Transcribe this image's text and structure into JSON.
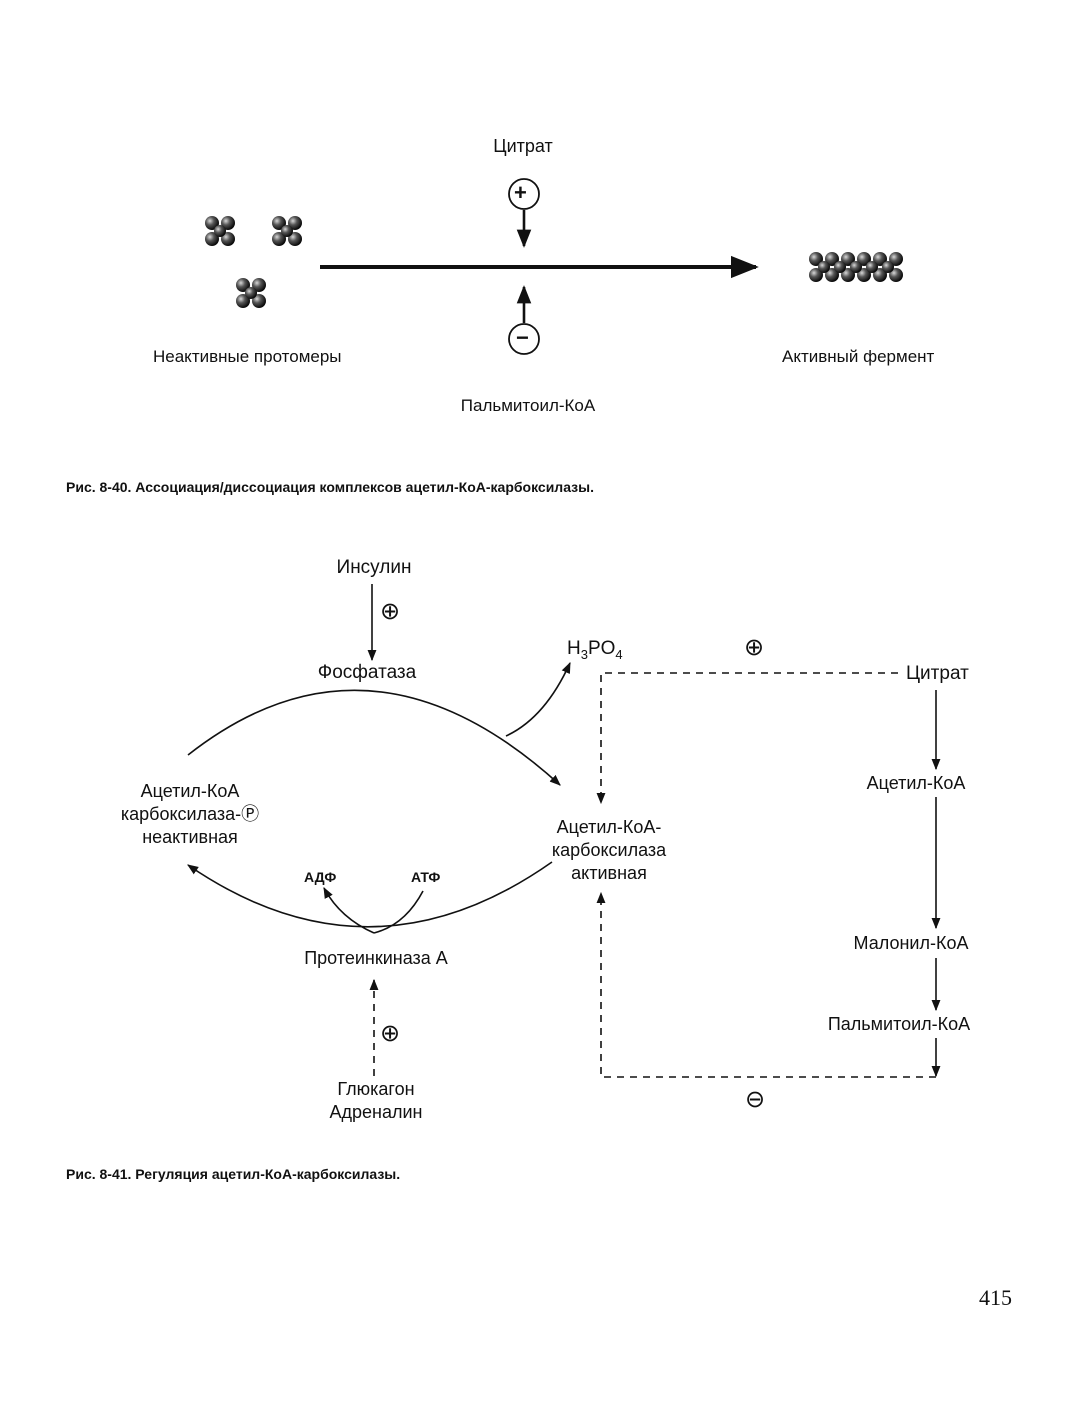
{
  "fig1": {
    "citrate": "Цитрат",
    "inactive_protomers": "Неактивные протомеры",
    "active_enzyme": "Активный фермент",
    "palmitoyl_coa": "Пальмитоил-КоА",
    "plus_sign": "+",
    "minus_sign": "−",
    "caption": "Рис. 8-40. Ассоциация/диссоциация комплексов ацетил-КоА-карбоксилазы."
  },
  "fig2": {
    "insulin": "Инсулин",
    "phosphatase": "Фосфатаза",
    "h3po4": {
      "h": "H",
      "sub3": "3",
      "po": "PO",
      "sub4": "4"
    },
    "citrate": "Цитрат",
    "acc_inactive": [
      "Ацетил-КоА",
      "карбоксилаза-Ⓟ",
      "неактивная"
    ],
    "acc_active": [
      "Ацетил-КоА-",
      "карбоксилаза",
      "активная"
    ],
    "acetyl_coa": "Ацетил-КоА",
    "adp": "АДФ",
    "atp": "АТФ",
    "pka": "Протеинкиназа А",
    "malonyl_coa": "Малонил-КоА",
    "palmitoyl_coa": "Пальмитоил-КоА",
    "glucagon": "Глюкагон",
    "adrenaline": "Адреналин",
    "plus_symbol": "⊕",
    "minus_symbol": "⊖",
    "caption": "Рис. 8-41. Регуляция ацетил-КоА-карбоксилазы."
  },
  "page_number": "415"
}
